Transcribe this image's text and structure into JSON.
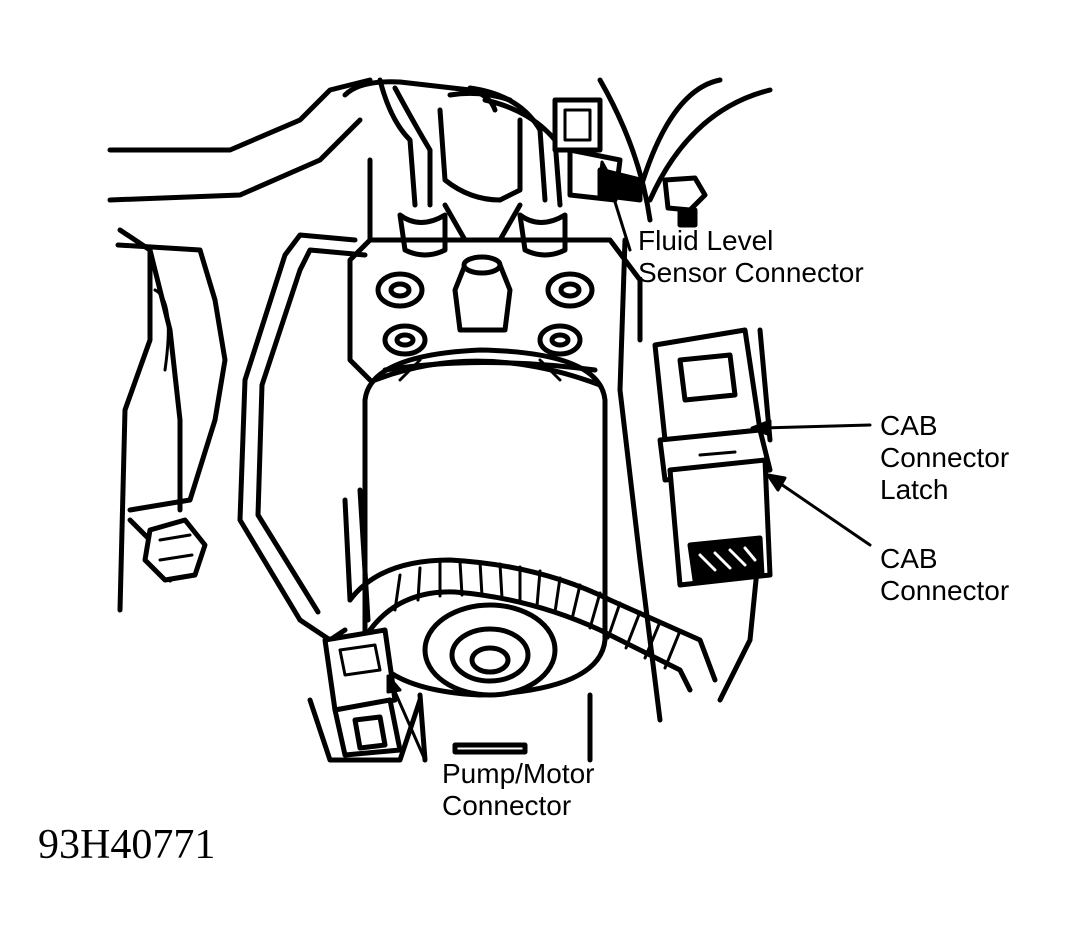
{
  "labels": {
    "fluid_level_line1": "Fluid Level",
    "fluid_level_line2": "Sensor Connector",
    "cab_latch_line1": "CAB",
    "cab_latch_line2": "Connector",
    "cab_latch_line3": "Latch",
    "cab_conn_line1": "CAB",
    "cab_conn_line2": "Connector",
    "pump_line1": "Pump/Motor",
    "pump_line2": "Connector"
  },
  "figure_code": "93H40771",
  "colors": {
    "ink": "#000000",
    "paper": "#ffffff"
  }
}
